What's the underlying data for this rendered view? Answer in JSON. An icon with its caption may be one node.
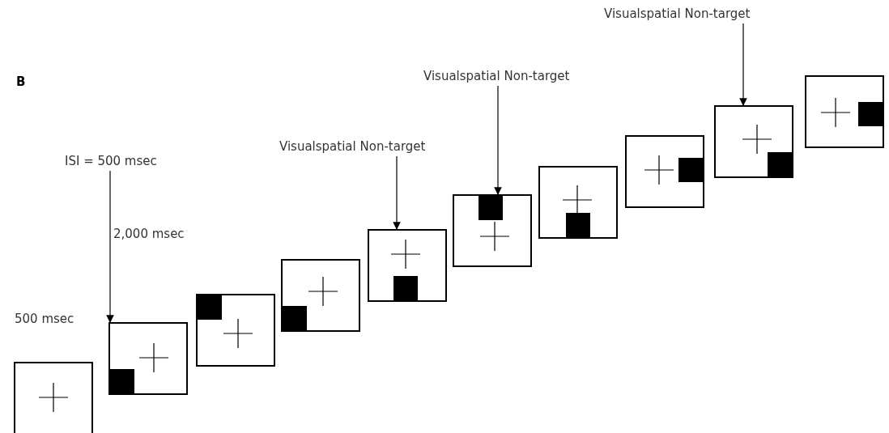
{
  "diagram": {
    "nodes": [
      {
        "text": [],
        "shape": "box"
      },
      {
        "text": [],
        "shape": "box"
      },
      {
        "text": [],
        "shape": "box"
      },
      {
        "text": [],
        "shape": "box"
      },
      {
        "text": [],
        "shape": "box"
      },
      {
        "text": [],
        "shape": "box"
      },
      {
        "text": [],
        "shape": "box"
      },
      {
        "text": [],
        "shape": "box"
      },
      {
        "text": [],
        "shape": "box"
      },
      {
        "text": [],
        "shape": "box"
      },
      {
        "text": [
          "ISI = 500 msec"
        ]
      },
      {
        "text": [
          "Visualspatial Non-target"
        ]
      },
      {
        "text": [
          "Visualspatial Non-target"
        ]
      },
      {
        "text": [
          "Visualspatial Non-target"
        ]
      }
    ],
    "edges": [
      {
        "from": 10,
        "to": 1,
        "arrow": "to"
      },
      {
        "from": 11,
        "to": 4,
        "arrow": "to"
      },
      {
        "from": 12,
        "to": 5,
        "arrow": "to"
      },
      {
        "from": 13,
        "to": 8,
        "arrow": "to"
      }
    ],
    "labels": [
      "B",
      "2,000 msec",
      "500 msec"
    ]
  }
}
